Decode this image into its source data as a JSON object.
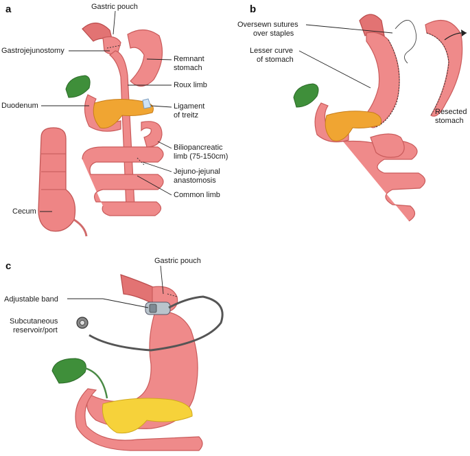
{
  "panels": {
    "a": {
      "letter": "a",
      "labels": {
        "gastric_pouch": "Gastric pouch",
        "gastrojejunostomy": "Gastrojejunostomy",
        "remnant_1": "Remnant",
        "remnant_2": "stomach",
        "roux_limb": "Roux limb",
        "duodenum": "Duodenum",
        "ligament_1": "Ligament",
        "ligament_2": "of treitz",
        "bilio_1": "Biliopancreatic",
        "bilio_2": "limb (75-150cm)",
        "jj_1": "Jejuno-jejunal",
        "jj_2": "anastomosis",
        "common_limb": "Common limb",
        "cecum": "Cecum"
      }
    },
    "b": {
      "letter": "b",
      "labels": {
        "oversewn_1": "Oversewn sutures",
        "oversewn_2": "over staples",
        "lesser_1": "Lesser curve",
        "lesser_2": "of stomach",
        "resected_1": "Resected",
        "resected_2": "stomach"
      }
    },
    "c": {
      "letter": "c",
      "labels": {
        "gastric_pouch": "Gastric pouch",
        "adjustable_band": "Adjustable band",
        "reservoir_1": "Subcutaneous",
        "reservoir_2": "reservoir/port"
      }
    }
  },
  "colors": {
    "intestine": "#ef8a8a",
    "pancreas": "#f0a532",
    "pancreas_c": "#f6d23a",
    "gallbladder": "#3f8f3a"
  }
}
